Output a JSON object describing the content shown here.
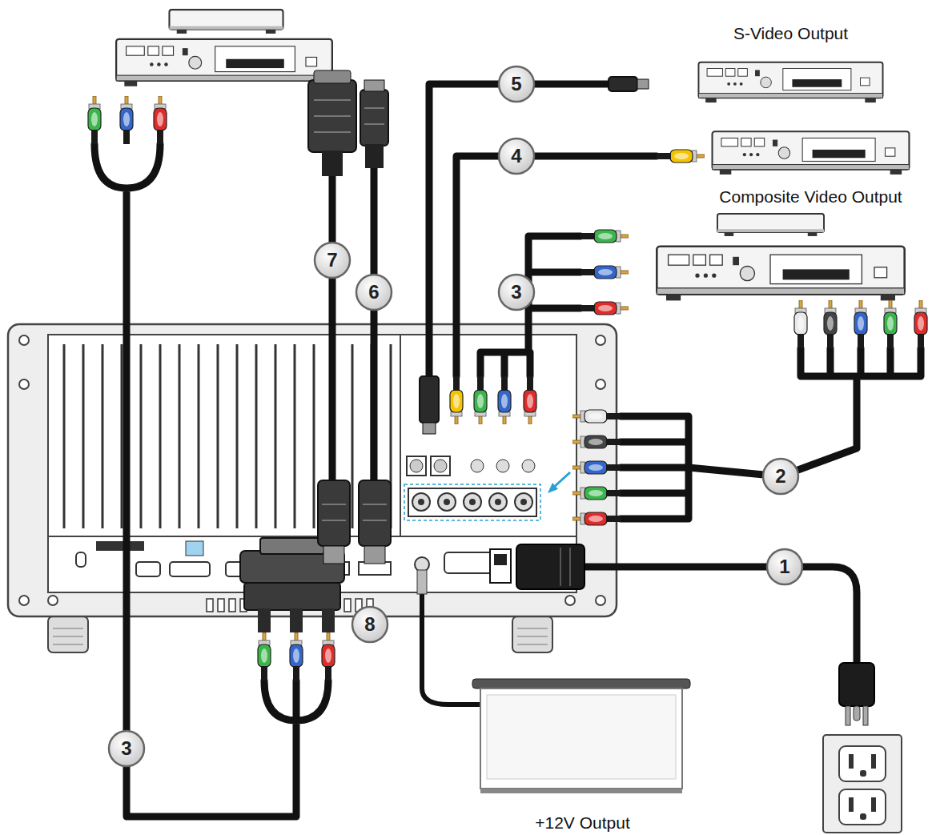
{
  "diagram": {
    "nodes": [
      {
        "text": [
          "S-Video Output"
        ]
      },
      {
        "text": [
          "Composite Video Output"
        ]
      },
      {
        "text": [
          "+12V Output"
        ]
      }
    ],
    "labels": [
      "5",
      "4",
      "7",
      "6",
      "3",
      "2",
      "1",
      "8",
      "3"
    ]
  }
}
